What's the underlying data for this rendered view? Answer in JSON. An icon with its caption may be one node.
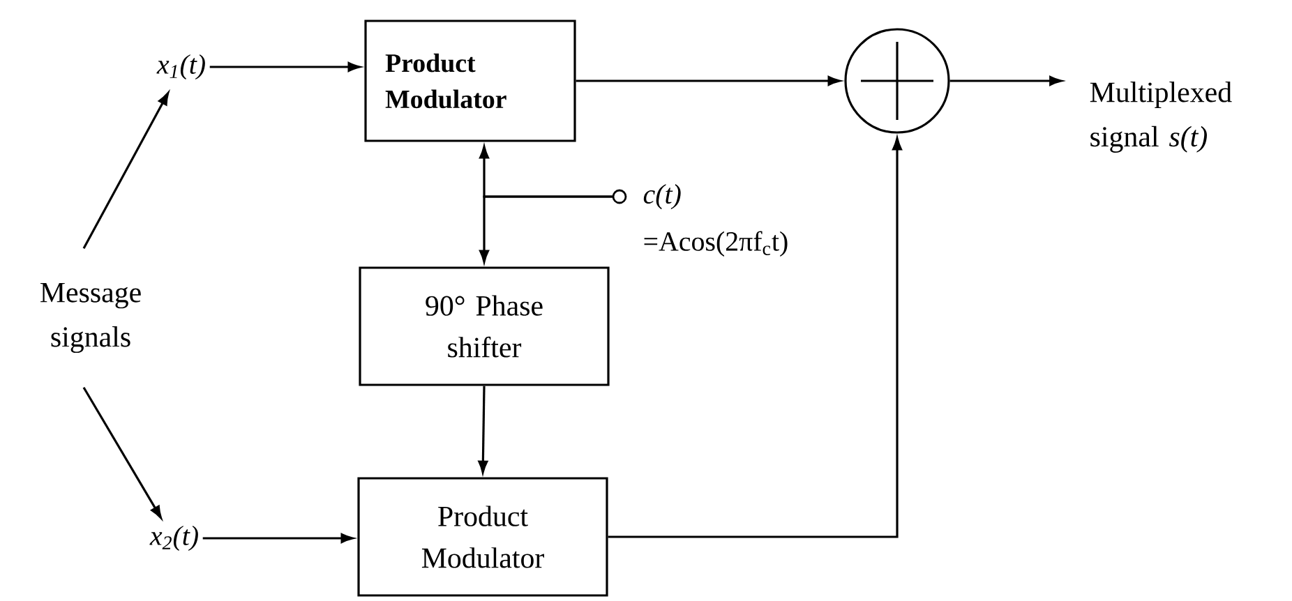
{
  "diagram": {
    "nodes": [
      {
        "text": [
          "x$_{1}$(t)"
        ]
      },
      {
        "text": [
          "Product Modulator"
        ]
      },
      {
        "text": [],
        "shape": "circle"
      },
      {
        "text": [
          "Multiplexed signal *s(t)*"
        ]
      },
      {
        "text": [
          "c(t)",
          "=Acos(2πf$_{c}$t)"
        ]
      },
      {
        "text": [
          "90° Phase shifter"
        ]
      },
      {
        "text": [
          "x$_{2}$(t)"
        ]
      },
      {
        "text": [
          "Product Modulator"
        ]
      },
      {
        "text": [
          "Message signals"
        ]
      }
    ],
    "edges": [
      {
        "from": 0,
        "to": 1,
        "arrow": "to"
      },
      {
        "from": 1,
        "to": 2,
        "arrow": "to"
      },
      {
        "from": 2,
        "to": 3,
        "arrow": "to"
      },
      {
        "from": 4,
        "to": 1,
        "arrow": "to"
      },
      {
        "from": 4,
        "to": 5,
        "arrow": "to"
      },
      {
        "from": 5,
        "to": 7,
        "arrow": "to"
      },
      {
        "from": 6,
        "to": 7,
        "arrow": "to"
      },
      {
        "from": 7,
        "to": 2,
        "arrow": "to"
      },
      {
        "from": 8,
        "to": 0,
        "arrow": "to"
      },
      {
        "from": 8,
        "to": 6,
        "arrow": "to"
      }
    ]
  }
}
